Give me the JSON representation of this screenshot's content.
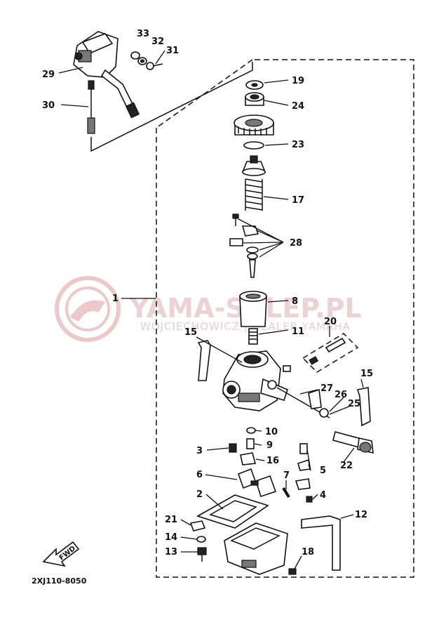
{
  "diagram": {
    "part_code": "2XJ110-8050",
    "fwd_label": "FWD",
    "watermark": {
      "title": "YAMA-SKLEP.PL",
      "subtitle": "WOJCIECHOWICZ | DEALER YAMAHA"
    },
    "callouts": {
      "n1": "1",
      "n2": "2",
      "n3": "3",
      "n4": "4",
      "n5": "5",
      "n6": "6",
      "n7": "7",
      "n8": "8",
      "n9": "9",
      "n10": "10",
      "n11": "11",
      "n12": "12",
      "n13": "13",
      "n14": "14",
      "n15a": "15",
      "n15b": "15",
      "n16": "16",
      "n17": "17",
      "n18": "18",
      "n19": "19",
      "n20": "20",
      "n21": "21",
      "n22": "22",
      "n23": "23",
      "n24": "24",
      "n25": "25",
      "n26": "26",
      "n27": "27",
      "n28": "28",
      "n29": "29",
      "n30": "30",
      "n31": "31",
      "n32": "32",
      "n33": "33"
    }
  }
}
